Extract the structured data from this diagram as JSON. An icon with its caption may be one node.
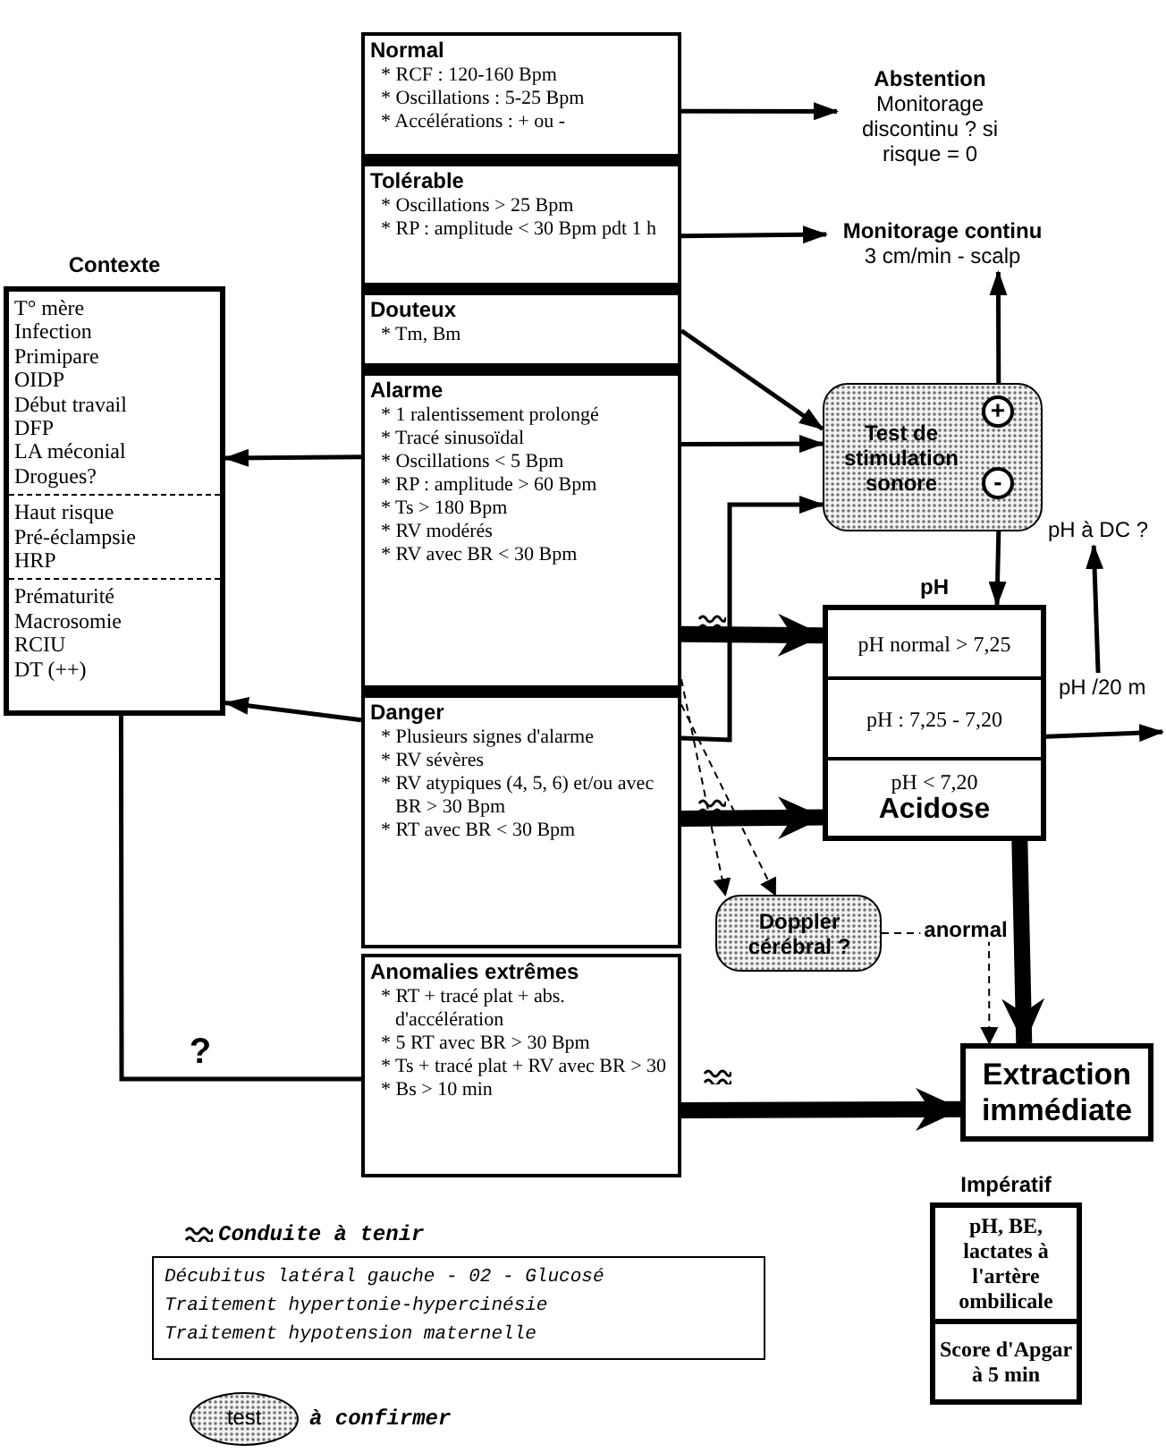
{
  "diagram": {
    "nodes": [
      {
        "text": [
          "Normal",
          "* RCF : 120-160 Bpm",
          "* Oscillations : 5-25 Bpm",
          "* Accélérations : + ou -"
        ]
      },
      {
        "text": [
          "Tolérable",
          "* Oscillations > 25 Bpm",
          "* RP : amplitude < 30 Bpm pdt 1 h"
        ]
      },
      {
        "text": [
          "Douteux",
          "* Tm, Bm"
        ]
      },
      {
        "text": [
          "Alarme",
          "* 1 ralentissement prolongé",
          "* Tracé sinusoïdal",
          "* Oscillations < 5 Bpm",
          "* RP : amplitude > 60 Bpm",
          "* Ts > 180 Bpm",
          "* RV modérés",
          "* RV avec BR < 30 Bpm"
        ]
      },
      {
        "text": [
          "Danger",
          "* Plusieurs signes d'alarme",
          "* RV sévères",
          "* RV atypiques (4, 5, 6) et/ou avec BR > 30 Bpm",
          "* RT avec BR < 30 Bpm"
        ]
      },
      {
        "text": [
          "Anomalies extrêmes",
          "* RT + tracé plat + abs. d'accélération",
          "* 5 RT avec BR > 30 Bpm",
          "* Ts + tracé plat + RV avec BR > 30",
          "* Bs > 10 min"
        ]
      },
      {
        "text": [
          "Contexte",
          "T° mère",
          "Infection",
          "Primipare",
          "OIDP",
          "Début travail",
          "DFP",
          "LA méconial",
          "Drogues?",
          "Haut risque",
          "Pré-éclampsie",
          "HRP",
          "Prématurité",
          "Macrosomie",
          "RCIU",
          "DT (++)"
        ]
      },
      {
        "text": [
          "Abstention",
          "Monitorage discontinu ? si risque = 0"
        ]
      },
      {
        "text": [
          "Monitorage continu",
          "3 cm/min - scalp"
        ]
      },
      {
        "text": [
          "Test de stimulation sonore"
        ]
      },
      {
        "text": [
          "pH"
        ]
      },
      {
        "text": [
          "pH normal > 7,25"
        ],
        "in": 10
      },
      {
        "text": [
          "pH : 7,25 - 7,20"
        ],
        "in": 10
      },
      {
        "text": [
          "pH < 7,20",
          "Acidose"
        ],
        "in": 10
      },
      {
        "text": [
          "Doppler cérébral ?"
        ]
      },
      {
        "text": [
          "Extraction immédiate"
        ]
      },
      {
        "text": [
          "Impératif"
        ]
      },
      {
        "text": [
          "pH, BE, lactates à l'artère ombilicale"
        ],
        "in": 16
      },
      {
        "text": [
          "Score d'Apgar à 5 min"
        ],
        "in": 16
      },
      {
        "text": [
          "Décubitus latéral gauche - 02 - Glucosé",
          "Traitement hypertonie-hypercinésie",
          "Traitement hypotension maternelle"
        ]
      },
      {
        "text": [
          "pH à DC ?"
        ]
      },
      {
        "text": [
          "pH /20 m"
        ]
      }
    ],
    "edges": [
      {
        "from": 0,
        "to": 7,
        "arrow": "to"
      },
      {
        "from": 1,
        "to": 8,
        "arrow": "to"
      },
      {
        "from": 2,
        "to": 9,
        "arrow": "to"
      },
      {
        "from": 3,
        "to": 9,
        "arrow": "to"
      },
      {
        "from": 3,
        "to": 6,
        "arrow": "to"
      },
      {
        "from": 4,
        "to": 6,
        "arrow": "to"
      },
      {
        "from": 3,
        "to": 10,
        "arrow": "to",
        "style": "thick"
      },
      {
        "from": 4,
        "to": 10,
        "arrow": "to",
        "style": "thick"
      },
      {
        "from": 4,
        "to": 9,
        "arrow": "to"
      },
      {
        "from": 3,
        "to": 14,
        "arrow": "to",
        "style": "dashed"
      },
      {
        "from": 4,
        "to": 14,
        "arrow": "to",
        "style": "dashed"
      },
      {
        "from": 14,
        "to": 15,
        "arrow": "to",
        "style": "dashed",
        "label": "anormal"
      },
      {
        "from": 13,
        "to": 15,
        "arrow": "to",
        "style": "thick"
      },
      {
        "from": 5,
        "to": 15,
        "arrow": "to",
        "style": "thick"
      },
      {
        "from": 6,
        "to": 5,
        "arrow": "none",
        "label": "?"
      },
      {
        "from": 9,
        "to": 8,
        "arrow": "to"
      },
      {
        "from": 9,
        "to": 10,
        "arrow": "to"
      },
      {
        "from": 12,
        "to": 21,
        "arrow": "to"
      },
      {
        "from": 21,
        "to": 20,
        "arrow": "to"
      }
    ],
    "labels": [
      "+",
      "-",
      "test"
    ],
    "legend": [
      {
        "text": "Conduite à tenir"
      },
      {
        "text": "à confirmer"
      }
    ]
  }
}
